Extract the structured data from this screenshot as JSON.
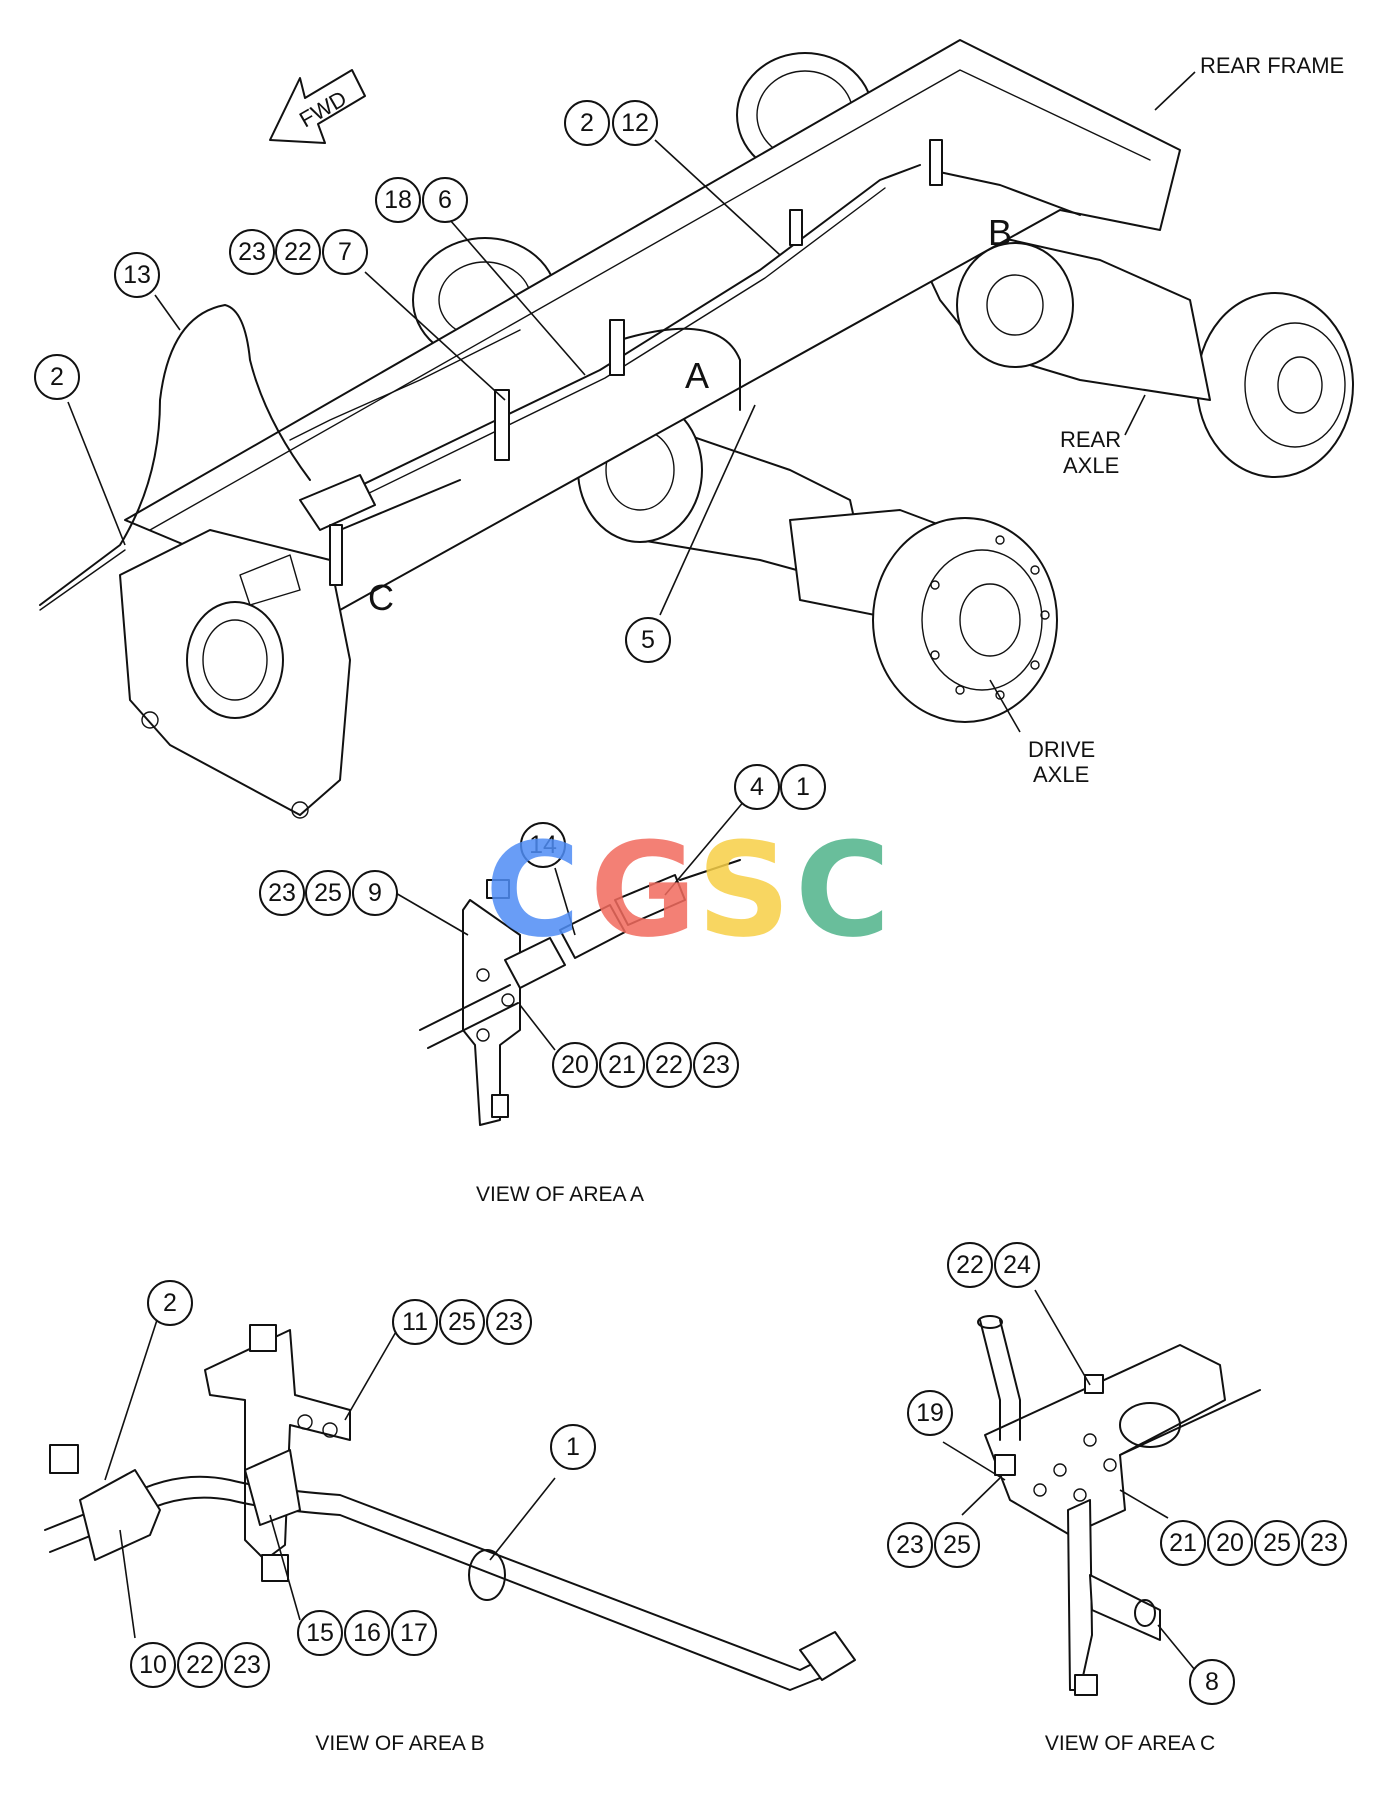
{
  "callouts": [
    {
      "id": "c2-main",
      "label": "2"
    },
    {
      "id": "c12",
      "label": "12"
    },
    {
      "id": "c18",
      "label": "18"
    },
    {
      "id": "c6",
      "label": "6"
    },
    {
      "id": "c23-main",
      "label": "23"
    },
    {
      "id": "c22-main",
      "label": "22"
    },
    {
      "id": "c7",
      "label": "7"
    },
    {
      "id": "c13",
      "label": "13"
    },
    {
      "id": "c2-left",
      "label": "2"
    },
    {
      "id": "c5",
      "label": "5"
    },
    {
      "id": "c4",
      "label": "4"
    },
    {
      "id": "c1-a",
      "label": "1"
    },
    {
      "id": "c14",
      "label": "14"
    },
    {
      "id": "c23-a",
      "label": "23"
    },
    {
      "id": "c25-a",
      "label": "25"
    },
    {
      "id": "c9",
      "label": "9"
    },
    {
      "id": "c20-a",
      "label": "20"
    },
    {
      "id": "c21-a",
      "label": "21"
    },
    {
      "id": "c22-a",
      "label": "22"
    },
    {
      "id": "c23-a2",
      "label": "23"
    },
    {
      "id": "c2-b",
      "label": "2"
    },
    {
      "id": "c11",
      "label": "11"
    },
    {
      "id": "c25-b",
      "label": "25"
    },
    {
      "id": "c23-b",
      "label": "23"
    },
    {
      "id": "c1-b",
      "label": "1"
    },
    {
      "id": "c15",
      "label": "15"
    },
    {
      "id": "c16",
      "label": "16"
    },
    {
      "id": "c17",
      "label": "17"
    },
    {
      "id": "c10",
      "label": "10"
    },
    {
      "id": "c22-b",
      "label": "22"
    },
    {
      "id": "c23-b2",
      "label": "23"
    },
    {
      "id": "c22-c",
      "label": "22"
    },
    {
      "id": "c24",
      "label": "24"
    },
    {
      "id": "c19",
      "label": "19"
    },
    {
      "id": "c23-c",
      "label": "23"
    },
    {
      "id": "c25-c",
      "label": "25"
    },
    {
      "id": "c21-c",
      "label": "21"
    },
    {
      "id": "c20-c",
      "label": "20"
    },
    {
      "id": "c25-c2",
      "label": "25"
    },
    {
      "id": "c23-c2",
      "label": "23"
    },
    {
      "id": "c8",
      "label": "8"
    }
  ],
  "labels": {
    "fwd": "FWD",
    "rear_frame": "REAR FRAME",
    "rear_axle_1": "REAR",
    "rear_axle_2": "AXLE",
    "drive_axle_1": "DRIVE",
    "drive_axle_2": "AXLE",
    "area_a": "A",
    "area_b": "B",
    "area_c": "C",
    "view_a": "VIEW OF AREA A",
    "view_b": "VIEW OF AREA B",
    "view_c": "VIEW OF AREA C"
  },
  "watermark": {
    "letters": [
      "C",
      "G",
      "S",
      "C"
    ],
    "colors": [
      "#4f8df5",
      "#f26b5e",
      "#f7cf46",
      "#4fb38a"
    ]
  }
}
